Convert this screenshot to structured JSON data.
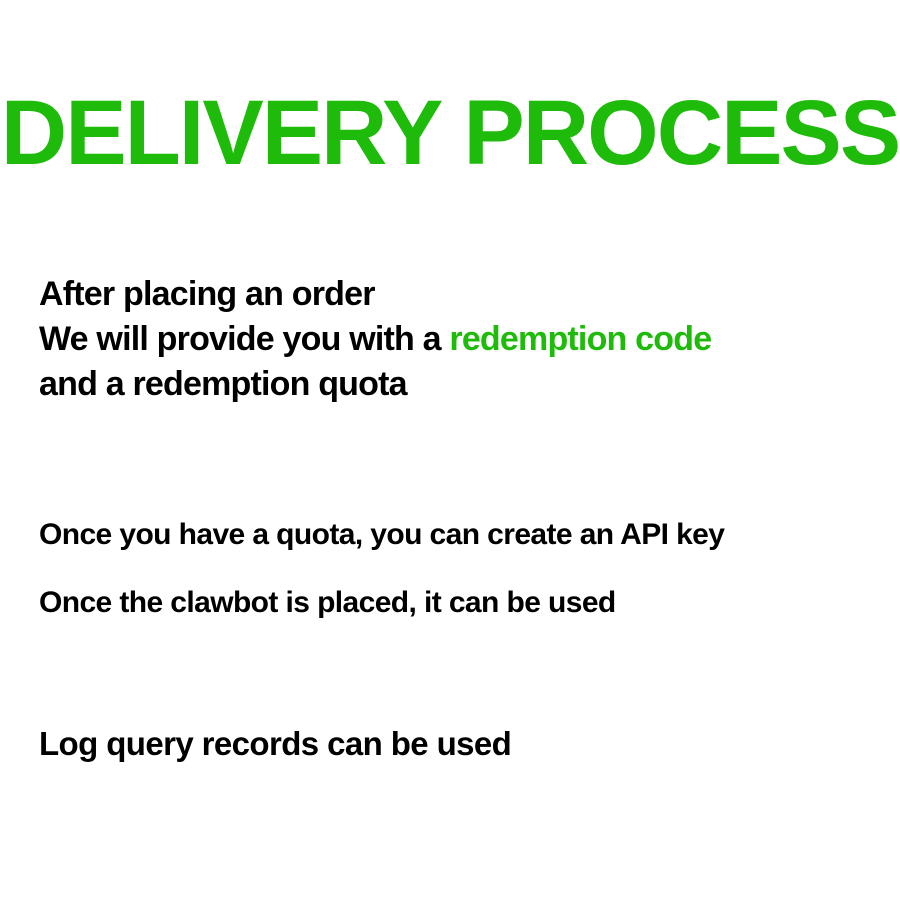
{
  "title": "DELIVERY PROCESS",
  "colors": {
    "accent": "#1fbb0a",
    "text": "#000000",
    "background": "#ffffff"
  },
  "intro": {
    "line1": "After placing an order",
    "line2_prefix": "We will provide you with a ",
    "line2_highlight": "redemption code",
    "line3": "and a redemption quota"
  },
  "steps": [
    {
      "text": "Once you have a quota, you can create an API key"
    },
    {
      "text": "Once the clawbot is placed, it can be used"
    },
    {
      "text": "Log query records can be used"
    }
  ]
}
